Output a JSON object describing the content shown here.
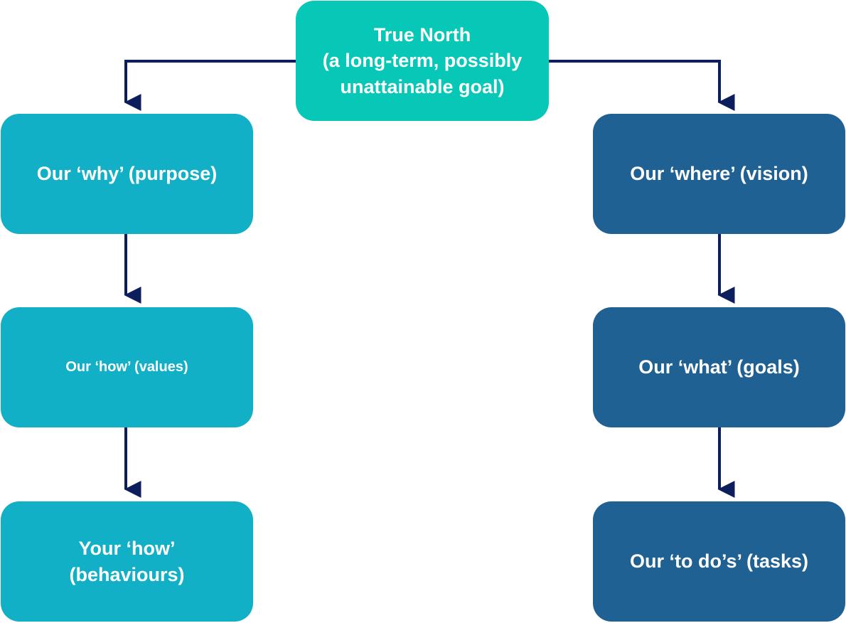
{
  "colors": {
    "top_node": "#07c7b6",
    "left_nodes": "#11b0c6",
    "right_nodes": "#1f6192",
    "connectors": "#0c1f5c",
    "text": "#ffffff"
  },
  "nodes": {
    "true_north": "True North\n(a long-term, possibly\nunattainable goal)",
    "why": "Our ‘why’ (purpose)",
    "how": "Our ‘how’ (values)",
    "behaviours": "Your ‘how’\n(behaviours)",
    "where": "Our ‘where’ (vision)",
    "what": "Our ‘what’ (goals)",
    "tasks": "Our ‘to do’s’ (tasks)"
  },
  "edges": [
    {
      "from": "true_north",
      "to": "why"
    },
    {
      "from": "true_north",
      "to": "where"
    },
    {
      "from": "why",
      "to": "how"
    },
    {
      "from": "how",
      "to": "behaviours"
    },
    {
      "from": "where",
      "to": "what"
    },
    {
      "from": "what",
      "to": "tasks"
    }
  ]
}
